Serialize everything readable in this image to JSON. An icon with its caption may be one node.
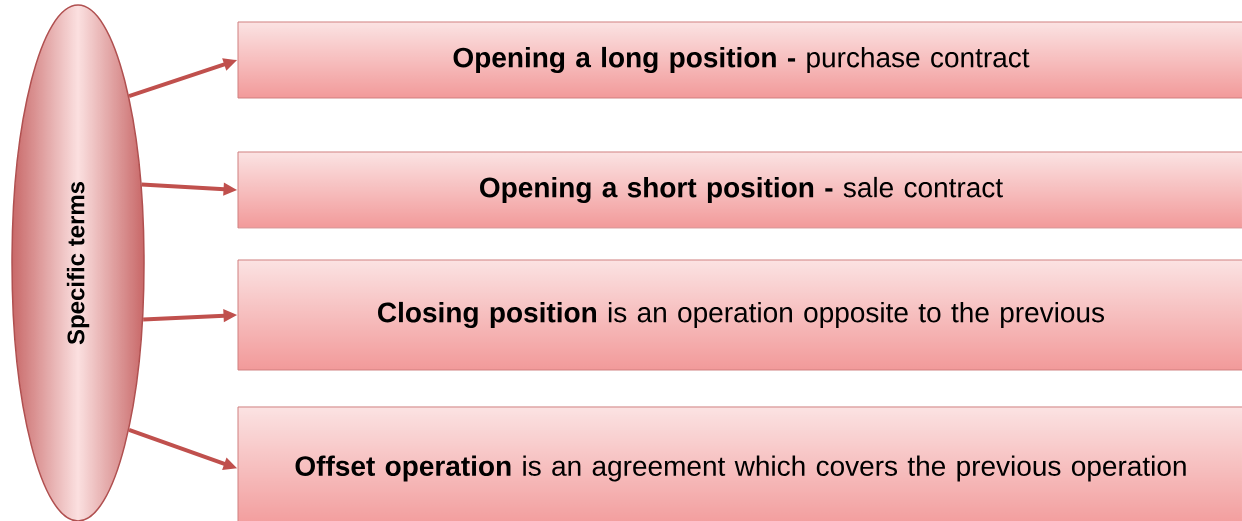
{
  "diagram": {
    "nodes": [
      {
        "text": [
          "Specific terms"
        ]
      },
      {
        "text": [
          "**Opening a long position -** purchase contract"
        ]
      },
      {
        "text": [
          "**Opening a short position -** sale contract"
        ]
      },
      {
        "text": [
          "**Closing position** is an operation opposite to the previous"
        ]
      },
      {
        "text": [
          "**Offset operation** is an agreement which covers the previous operation"
        ]
      }
    ],
    "edges": [
      {
        "from": 0,
        "to": 1,
        "arrow": "to"
      },
      {
        "from": 0,
        "to": 2,
        "arrow": "to"
      },
      {
        "from": 0,
        "to": 3,
        "arrow": "to"
      },
      {
        "from": 0,
        "to": 4,
        "arrow": "to"
      }
    ]
  }
}
